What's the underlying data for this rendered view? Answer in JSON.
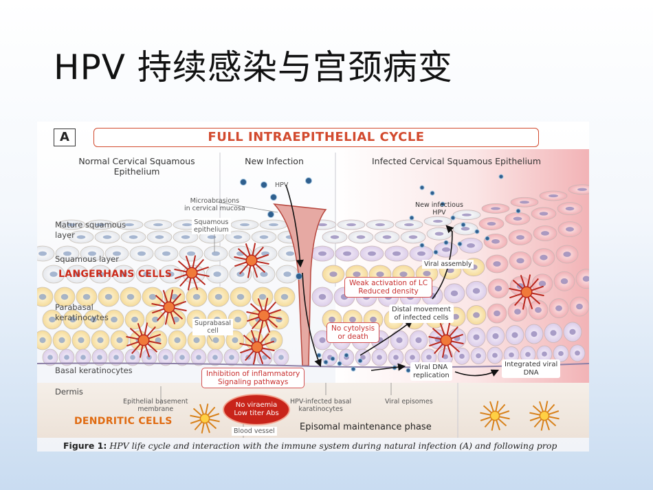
{
  "slide": {
    "title": "HPV 持续感染与宫颈病变"
  },
  "figure": {
    "panel_label": "A",
    "cycle_title": "FULL INTRAEPITHELIAL CYCLE",
    "column_headers": {
      "normal": "Normal Cervical Squamous\nEpithelium",
      "new_infection": "New Infection",
      "infected": "Infected Cervical Squamous Epithelium"
    },
    "layer_labels": {
      "mature": "Mature squamous\nlayer",
      "squamous": "Squamous layer",
      "parabasal": "Parabasal\nkeratinocytes",
      "basal": "Basal keratinocytes",
      "dermis": "Dermis"
    },
    "cell_labels": {
      "langerhans": "LANGERHANS CELLS",
      "dendritic": "DENDRITIC CELLS"
    },
    "annotations": {
      "hpv": "HPV",
      "microabrasions": "Microabrasions\nin cervical mucosa",
      "squamous_epithelium": "Squamous\nepithelium",
      "suprabasal_cell": "Suprabasal\ncell",
      "epithelial_basement": "Epithelial basement\nmembrane",
      "blood_vessel": "Blood vessel",
      "hpv_infected_basal": "HPV-infected basal\nkaratinocytes",
      "viral_episomes": "Viral episomes",
      "episomal_phase": "Episomal maintenance phase",
      "new_infectious_hpv": "New infectious\nHPV",
      "viral_assembly": "Viral assembly",
      "distal_movement": "Distal movement\nof infected cells",
      "viral_dna_replication": "Viral DNA\nreplication",
      "integrated_viral_dna": "Integrated viral\nDNA"
    },
    "red_boxes": {
      "weak_activation": "Weak activation of LC\nReduced density",
      "no_cytolysis": "No cytolysis\nor death",
      "inhibition": "Inhibition of inflammatory\nSignaling pathways"
    },
    "viraemia": {
      "line1": "No viraemia",
      "line2": "Low titer Abs"
    },
    "caption": {
      "label": "Figure 1:",
      "text": "HPV life cycle and interaction with the immune system during natural infection (A) and following prop"
    },
    "colors": {
      "title_red": "#d24a2e",
      "langerhans_red": "#cc2a1a",
      "dendritic_orange": "#e06a10",
      "viraemia_red": "#c8241a"
    }
  }
}
